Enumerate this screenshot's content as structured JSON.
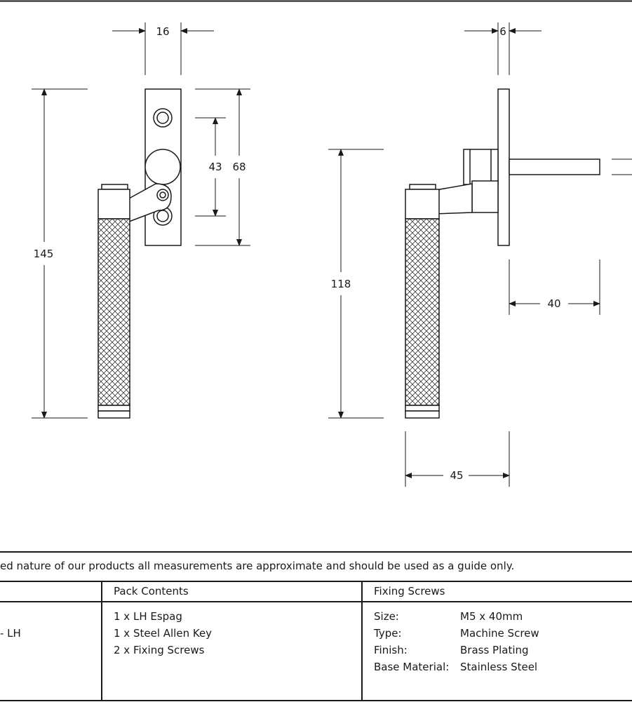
{
  "dimensions": {
    "front_width": "16",
    "front_height": "145",
    "backplate_height": "68",
    "hole_spacing": "43",
    "side_thickness": "6",
    "side_height": "118",
    "spindle_length": "40",
    "projection": "45"
  },
  "note": "ed nature of our products all measurements are approximate and should be used as a guide only.",
  "table": {
    "col1_fragment": "- LH",
    "pack_contents": {
      "heading": "Pack Contents",
      "items": [
        "1 x LH Espag",
        "1 x Steel Allen Key",
        "2 x Fixing Screws"
      ]
    },
    "fixing_screws": {
      "heading": "Fixing Screws",
      "rows": [
        {
          "label": "Size:",
          "value": "M5 x 40mm"
        },
        {
          "label": "Type:",
          "value": "Machine Screw"
        },
        {
          "label": "Finish:",
          "value": "Brass Plating"
        },
        {
          "label": "Base Material:",
          "value": "Stainless Steel"
        }
      ]
    }
  }
}
